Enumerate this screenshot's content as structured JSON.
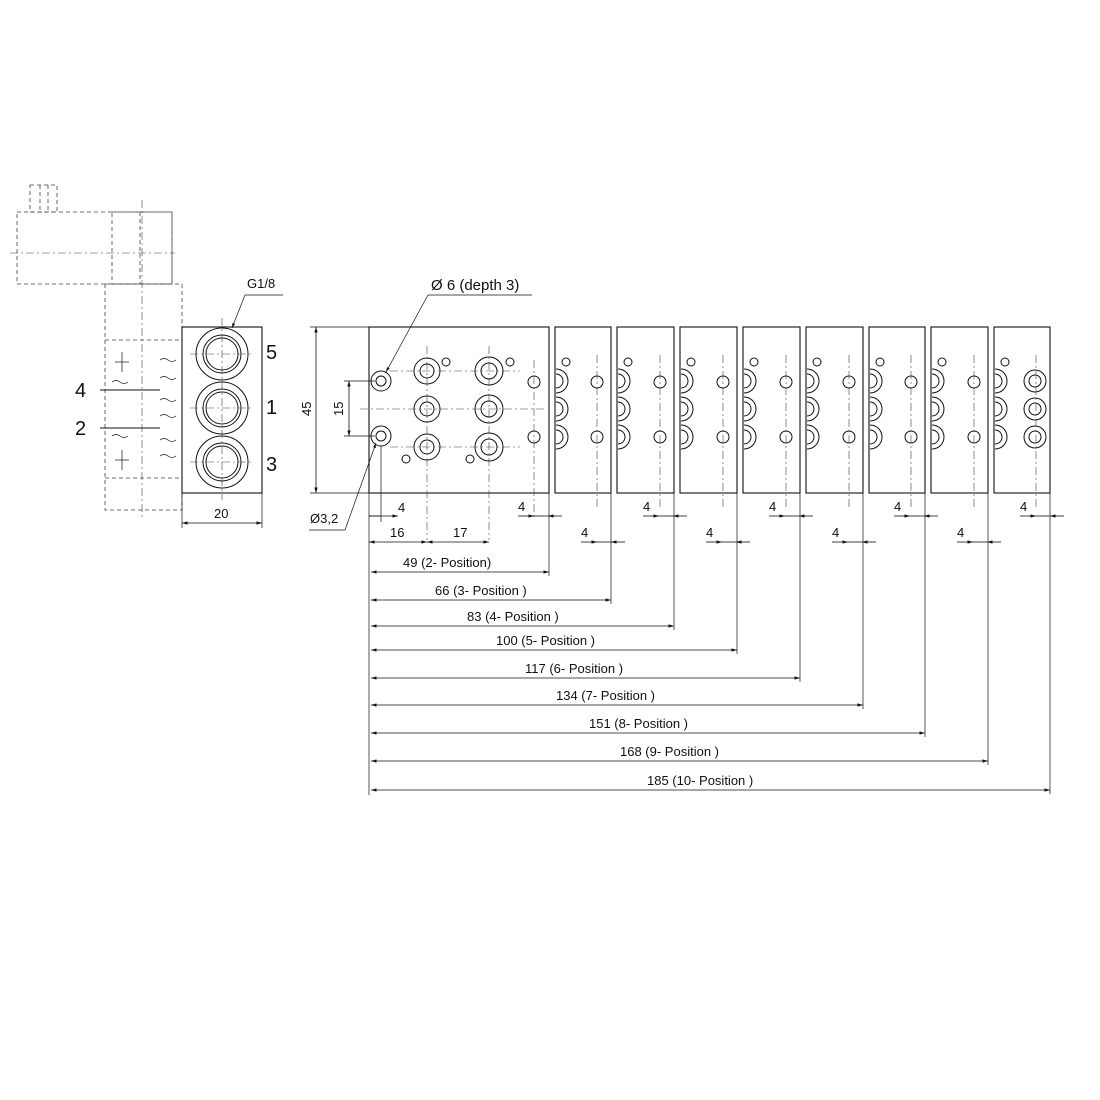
{
  "port_labels": {
    "p5": "5",
    "p1": "1",
    "p3": "3",
    "p4": "4",
    "p2": "2"
  },
  "callouts": {
    "thread": "G1/8",
    "blind_hole": "Ø 6 (depth 3)",
    "mount_hole": "Ø3,2"
  },
  "dimensions": {
    "height": "45",
    "pitch": "15",
    "width_side": "20",
    "offset_a": "16",
    "offset_b": "17",
    "edge": "4",
    "positions": [
      "49 (2-  Position)",
      "66 (3-  Position    )",
      "83 (4-  Position    )",
      "100 (5-  Position    )",
      "117 (6-  Position    )",
      "134 (7-  Position    )",
      "151 (8-  Position    )",
      "168 (9- Position    )",
      "185 (10-  Position    )"
    ]
  }
}
